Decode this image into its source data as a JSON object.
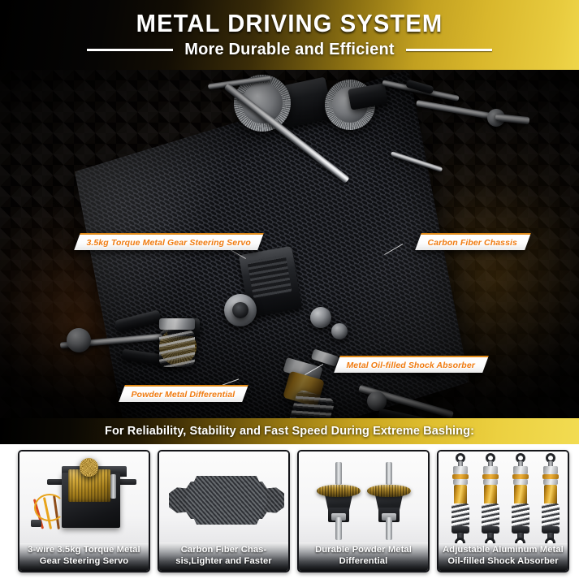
{
  "header": {
    "title": "METAL DRIVING SYSTEM",
    "subtitle": "More Durable and Efficient"
  },
  "hero": {
    "callouts": [
      {
        "id": "servo",
        "label": "3.5kg Torque Metal Gear Steering Servo"
      },
      {
        "id": "chassis",
        "label": "Carbon Fiber Chassis"
      },
      {
        "id": "diff",
        "label": "Powder Metal Differential"
      },
      {
        "id": "shock",
        "label": "Metal Oil-filled Shock Absorber"
      }
    ]
  },
  "gold_bar": {
    "text": "For Reliability, Stability and Fast Speed During Extreme Bashing:"
  },
  "cards": [
    {
      "id": "servo",
      "label": "3-wire 3.5kg Torque Metal Gear Steering Servo"
    },
    {
      "id": "chassis",
      "label": "Carbon Fiber Chas-sis,Lighter and Faster"
    },
    {
      "id": "diff",
      "label": "Durable Powder Metal Differential"
    },
    {
      "id": "shock",
      "label": "Adjustable Aluminum Metal Oil-filled Shock Absorber"
    }
  ],
  "colors": {
    "gold": "#d9b72c",
    "gold_light": "#f2dc52",
    "accent_orange": "#f07b10",
    "background_black": "#000000",
    "card_label_dark": "#0d0e10"
  }
}
